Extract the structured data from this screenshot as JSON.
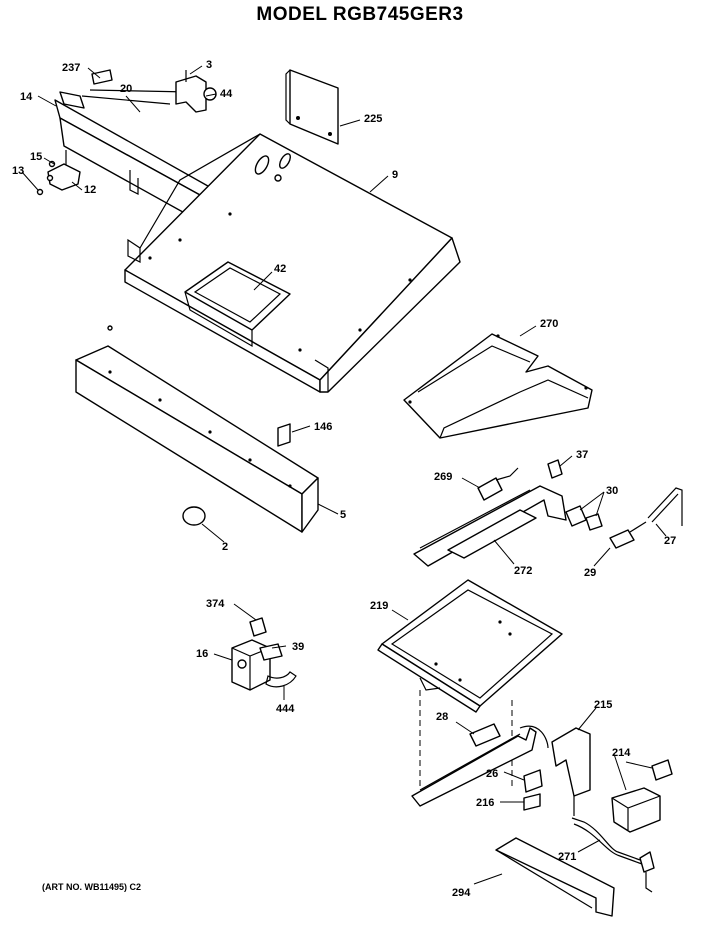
{
  "title": "MODEL RGB745GER3",
  "art_number": "(ART NO. WB11495) C2",
  "parts": [
    {
      "id": "p237",
      "label": "237"
    },
    {
      "id": "p3",
      "label": "3"
    },
    {
      "id": "p20",
      "label": "20"
    },
    {
      "id": "p44",
      "label": "44"
    },
    {
      "id": "p14",
      "label": "14"
    },
    {
      "id": "p225",
      "label": "225"
    },
    {
      "id": "p15",
      "label": "15"
    },
    {
      "id": "p13",
      "label": "13"
    },
    {
      "id": "p12",
      "label": "12"
    },
    {
      "id": "p9",
      "label": "9"
    },
    {
      "id": "p42",
      "label": "42"
    },
    {
      "id": "p270",
      "label": "270"
    },
    {
      "id": "p146",
      "label": "146"
    },
    {
      "id": "p37",
      "label": "37"
    },
    {
      "id": "p269",
      "label": "269"
    },
    {
      "id": "p30",
      "label": "30"
    },
    {
      "id": "p5",
      "label": "5"
    },
    {
      "id": "p2",
      "label": "2"
    },
    {
      "id": "p27",
      "label": "27"
    },
    {
      "id": "p272",
      "label": "272"
    },
    {
      "id": "p29",
      "label": "29"
    },
    {
      "id": "p374",
      "label": "374"
    },
    {
      "id": "p219",
      "label": "219"
    },
    {
      "id": "p16",
      "label": "16"
    },
    {
      "id": "p39",
      "label": "39"
    },
    {
      "id": "p444",
      "label": "444"
    },
    {
      "id": "p215",
      "label": "215"
    },
    {
      "id": "p28",
      "label": "28"
    },
    {
      "id": "p214",
      "label": "214"
    },
    {
      "id": "p26",
      "label": "26"
    },
    {
      "id": "p216",
      "label": "216"
    },
    {
      "id": "p271",
      "label": "271"
    },
    {
      "id": "p294",
      "label": "294"
    }
  ]
}
